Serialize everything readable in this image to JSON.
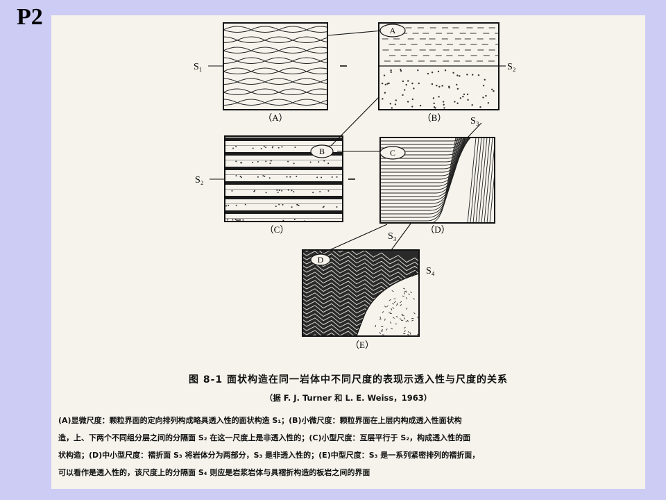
{
  "slide": {
    "label": "P2"
  },
  "figure": {
    "panel_labels": [
      "（A）",
      "（B）",
      "（C）",
      "（D）",
      "（E）"
    ],
    "callouts": [
      "A",
      "B",
      "C",
      "D"
    ],
    "surfaces": [
      "S₁",
      "S₂",
      "S₂",
      "S₃",
      "S₃",
      "S₄"
    ],
    "title": "图 8-1    面状构造在同一岩体中不同尺度的表现示透入性与尺度的关系",
    "source": "（据 F. J. Turner 和 L. E. Weiss，1963）",
    "body_lines": [
      "(A)显微尺度：颗粒界面的定向排列构成略具透入性的面状构造 S₁；(B)小微尺度：颗粒界面在上层内构成透入性面状构",
      "造，上、下两个不同组分层之间的分隔面 S₂ 在这一尺度上是非透入性的；(C)小型尺度：互层平行于 S₂，构成透入性的面",
      "状构造；(D)中小型尺度：褶折面 S₃ 将岩体分为两部分，S₃ 是非透入性的；(E)中型尺度：S₃ 是一系列紧密排列的褶折面，",
      "可以看作是透入性的，该尺度上的分隔面 S₄ 则应是岩浆岩体与具褶折构造的板岩之间的界面"
    ]
  }
}
